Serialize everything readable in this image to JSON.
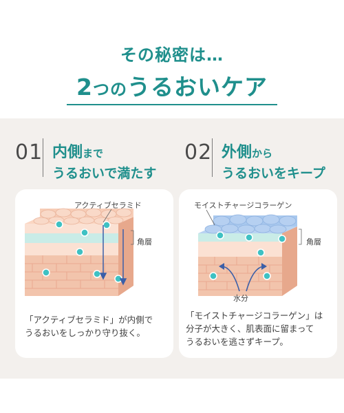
{
  "header": {
    "subtitle": "その秘密は…",
    "title_num": "2",
    "title_no": "つの",
    "title_rest": "うるおいケア"
  },
  "inner": {
    "number": "01",
    "line1_main": "内側",
    "line1_small": "まで",
    "line2": "うるおいで満たす",
    "label_ingredient": "アクティブセラミド",
    "label_layer": "角層",
    "desc_line1": "「アクティブセラミド」が内側で",
    "desc_line2": "うるおいをしっかり守り抜く。"
  },
  "outer": {
    "number": "02",
    "line1_main": "外側",
    "line1_small": "から",
    "line2": "うるおいをキープ",
    "label_ingredient": "モイストチャージコラーゲン",
    "label_layer": "角層",
    "label_water": "水分",
    "desc_line1": "「モイストチャージコラーゲン」は",
    "desc_line2": "分子が大きく、肌表面に留まって",
    "desc_line3": "うるおいを逃さずキープ。"
  },
  "colors": {
    "accent": "#1f8f8c",
    "panel": "#f3f0ed",
    "skin": "#f2c4ac",
    "skin_dark": "#e7a88c",
    "skin_light": "#fbe1d3",
    "mint": "#c9ece7",
    "droplet": "#3fc1c3",
    "film": "#a8c8ee",
    "arrow_blue": "#3b5fa8"
  }
}
